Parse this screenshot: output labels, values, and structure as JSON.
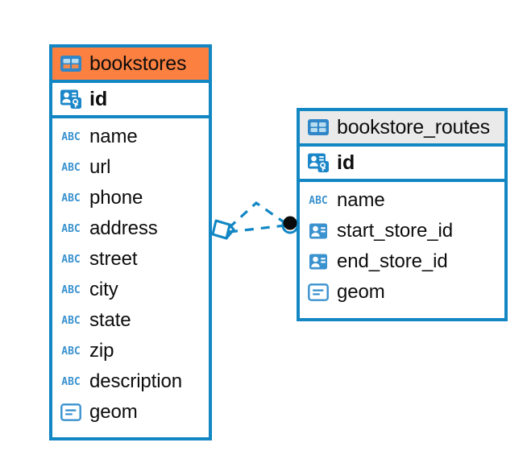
{
  "diagram": {
    "type": "entity-relationship-diagram",
    "background_color": "#ffffff",
    "accent_color": "#1287c4",
    "highlight_color": "#fc8040",
    "header_gray": "#eaeaea"
  },
  "tables": [
    {
      "name": "bookstores",
      "header_icon": "table-icon",
      "header_highlighted": true,
      "primary_key": {
        "label": "id",
        "icon": "primary-key-icon"
      },
      "fields": [
        {
          "label": "name",
          "icon": "abc-icon",
          "type_glyph": "ABC"
        },
        {
          "label": "url",
          "icon": "abc-icon",
          "type_glyph": "ABC"
        },
        {
          "label": "phone",
          "icon": "abc-icon",
          "type_glyph": "ABC"
        },
        {
          "label": "address",
          "icon": "abc-icon",
          "type_glyph": "ABC"
        },
        {
          "label": "street",
          "icon": "abc-icon",
          "type_glyph": "ABC"
        },
        {
          "label": "city",
          "icon": "abc-icon",
          "type_glyph": "ABC"
        },
        {
          "label": "state",
          "icon": "abc-icon",
          "type_glyph": "ABC"
        },
        {
          "label": "zip",
          "icon": "abc-icon",
          "type_glyph": "ABC"
        },
        {
          "label": "description",
          "icon": "abc-icon",
          "type_glyph": "ABC"
        },
        {
          "label": "geom",
          "icon": "geometry-icon",
          "type_glyph": ""
        }
      ]
    },
    {
      "name": "bookstore_routes",
      "header_icon": "table-icon",
      "header_highlighted": false,
      "primary_key": {
        "label": "id",
        "icon": "primary-key-icon"
      },
      "fields": [
        {
          "label": "name",
          "icon": "abc-icon",
          "type_glyph": "ABC"
        },
        {
          "label": "start_store_id",
          "icon": "foreign-key-icon",
          "type_glyph": ""
        },
        {
          "label": "end_store_id",
          "icon": "foreign-key-icon",
          "type_glyph": ""
        },
        {
          "label": "geom",
          "icon": "geometry-icon",
          "type_glyph": ""
        }
      ]
    }
  ],
  "relationships": [
    {
      "from_table": "bookstores",
      "to_table": "bookstore_routes",
      "style": "dashed",
      "source_marker": "crows-foot-diamond",
      "target_marker": "filled-circle",
      "color": "#1287c4"
    },
    {
      "from_table": "bookstores",
      "to_table": "bookstore_routes",
      "style": "dashed",
      "source_marker": "crows-foot-diamond",
      "target_marker": "filled-circle",
      "color": "#1287c4"
    }
  ]
}
